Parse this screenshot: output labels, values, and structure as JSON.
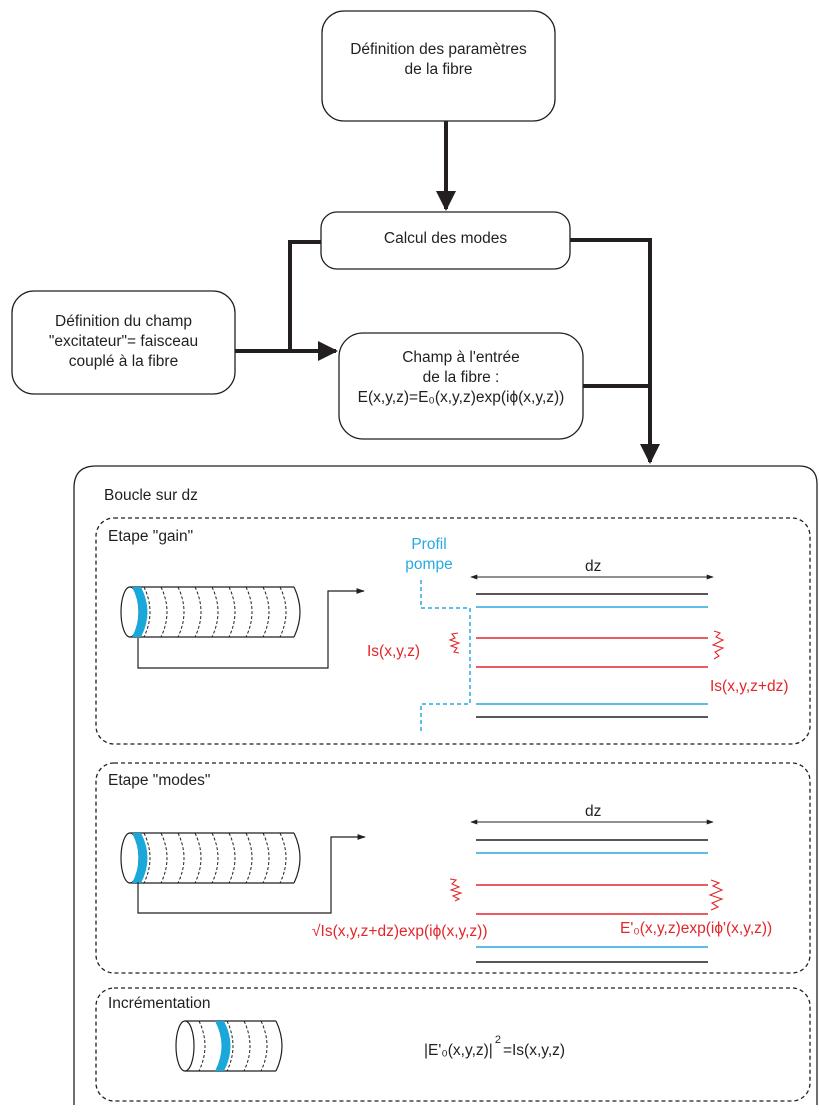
{
  "colors": {
    "ink": "#231f20",
    "red": "#e4262a",
    "blue": "#29a9e0",
    "cyan_fill": "#1aa7d9"
  },
  "boxes": {
    "fibre_params": [
      "Définition des paramètres",
      "de la fibre"
    ],
    "modes_calc": "Calcul des modes",
    "excitation": [
      "Définition du champ",
      "\"excitateur\"= faisceau",
      "couplé à la fibre"
    ],
    "input_field": [
      "Champ à l'entrée",
      "de la fibre :",
      "E(x,y,z)=E₀(x,y,z)exp(iϕ(x,y,z))"
    ]
  },
  "loop": {
    "title": "Boucle sur dz",
    "gain_step": {
      "title": "Etape \"gain\"",
      "pump_label": [
        "Profil",
        "pompe"
      ],
      "dz_label": "dz",
      "signal_in": "Is(x,y,z)",
      "signal_out": "Is(x,y,z+dz)"
    },
    "modes_step": {
      "title": "Etape \"modes\"",
      "dz_label": "dz",
      "field_in": "√Is(x,y,z+dz)exp(iϕ(x,y,z))",
      "field_out": "E'₀(x,y,z)exp(iϕ'(x,y,z))"
    },
    "increment_step": {
      "title": "Incrémentation",
      "formula_left": "|E'₀(x,y,z)|",
      "formula_exp": "2",
      "formula_right": "=Is(x,y,z)"
    }
  },
  "icons": [
    "arrow-down-icon",
    "arrow-right-icon",
    "fiber-cylinder-icon",
    "signal-profile-icon",
    "pump-profile-icon"
  ]
}
